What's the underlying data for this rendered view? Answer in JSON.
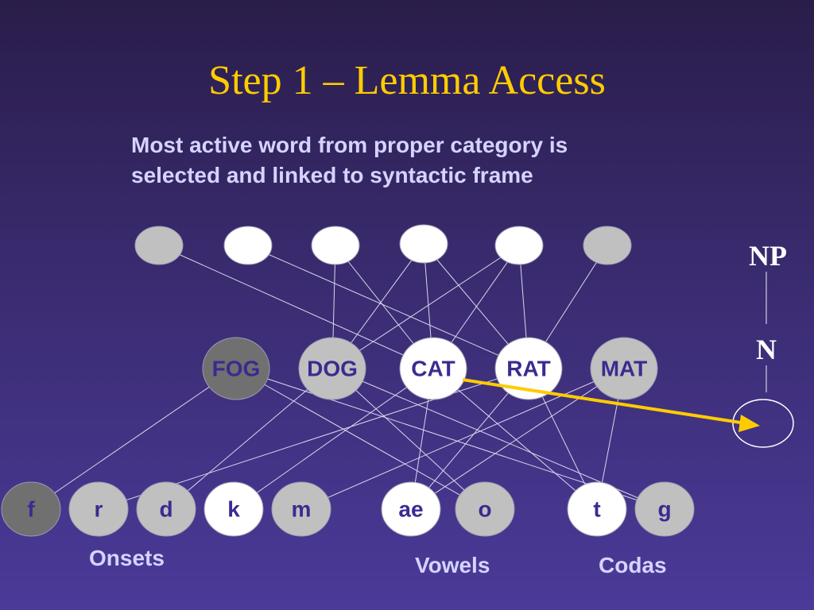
{
  "title": "Step 1 – Lemma Access",
  "subtitle": {
    "line1": "Most active word from proper category is",
    "line2": "selected and linked to syntactic frame"
  },
  "colors": {
    "title": "#ffcc00",
    "text": "#d4d4ff",
    "node_gray": "#c0c0c0",
    "node_dark": "#707070",
    "node_white": "#ffffff",
    "label_blue": "#3a2b90",
    "arrow": "#ffcc00"
  },
  "lemma_nodes": [
    {
      "id": "l1",
      "fill": "#c0c0c0"
    },
    {
      "id": "l2",
      "fill": "#ffffff"
    },
    {
      "id": "l3",
      "fill": "#ffffff"
    },
    {
      "id": "l4",
      "fill": "#ffffff"
    },
    {
      "id": "l5",
      "fill": "#ffffff"
    },
    {
      "id": "l6",
      "fill": "#c0c0c0"
    }
  ],
  "words": [
    {
      "id": "fog",
      "label": "FOG",
      "fill": "#707070"
    },
    {
      "id": "dog",
      "label": "DOG",
      "fill": "#c0c0c0"
    },
    {
      "id": "cat",
      "label": "CAT",
      "fill": "#ffffff"
    },
    {
      "id": "rat",
      "label": "RAT",
      "fill": "#ffffff"
    },
    {
      "id": "mat",
      "label": "MAT",
      "fill": "#c0c0c0"
    }
  ],
  "phonemes": [
    {
      "id": "f",
      "label": "f",
      "fill": "#707070"
    },
    {
      "id": "r",
      "label": "r",
      "fill": "#c0c0c0"
    },
    {
      "id": "d",
      "label": "d",
      "fill": "#c0c0c0"
    },
    {
      "id": "k",
      "label": "k",
      "fill": "#ffffff"
    },
    {
      "id": "m",
      "label": "m",
      "fill": "#c0c0c0"
    },
    {
      "id": "ae",
      "label": "ae",
      "fill": "#ffffff"
    },
    {
      "id": "o",
      "label": "o",
      "fill": "#c0c0c0"
    },
    {
      "id": "t",
      "label": "t",
      "fill": "#ffffff"
    },
    {
      "id": "g",
      "label": "g",
      "fill": "#c0c0c0"
    }
  ],
  "groups": {
    "onsets": "Onsets",
    "vowels": "Vowels",
    "codas": "Codas"
  },
  "frame": {
    "np": "NP",
    "n": "N"
  },
  "top_edges": [
    [
      "l1",
      "cat"
    ],
    [
      "l2",
      "rat"
    ],
    [
      "l3",
      "dog"
    ],
    [
      "l3",
      "cat"
    ],
    [
      "l4",
      "dog"
    ],
    [
      "l4",
      "cat"
    ],
    [
      "l4",
      "rat"
    ],
    [
      "l5",
      "dog"
    ],
    [
      "l5",
      "cat"
    ],
    [
      "l5",
      "rat"
    ],
    [
      "l6",
      "rat"
    ]
  ],
  "bottom_edges": [
    [
      "fog",
      "f"
    ],
    [
      "fog",
      "o"
    ],
    [
      "fog",
      "g"
    ],
    [
      "dog",
      "d"
    ],
    [
      "dog",
      "o"
    ],
    [
      "dog",
      "g"
    ],
    [
      "cat",
      "k"
    ],
    [
      "cat",
      "ae"
    ],
    [
      "cat",
      "t"
    ],
    [
      "rat",
      "r"
    ],
    [
      "rat",
      "ae"
    ],
    [
      "rat",
      "t"
    ],
    [
      "mat",
      "m"
    ],
    [
      "mat",
      "ae"
    ],
    [
      "mat",
      "t"
    ]
  ]
}
